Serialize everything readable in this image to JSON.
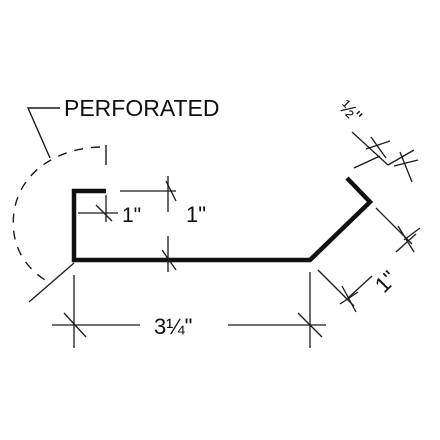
{
  "labels": {
    "perforated": "PERFORATED",
    "inner_flange_width": "1\"",
    "flange_height": "1\"",
    "base_width": "3¼\"",
    "slope_length": "1\"",
    "lip_length": "½\""
  },
  "colors": {
    "profile": "#111111",
    "dimension_line": "#1a1a1a",
    "background": "#ffffff"
  }
}
